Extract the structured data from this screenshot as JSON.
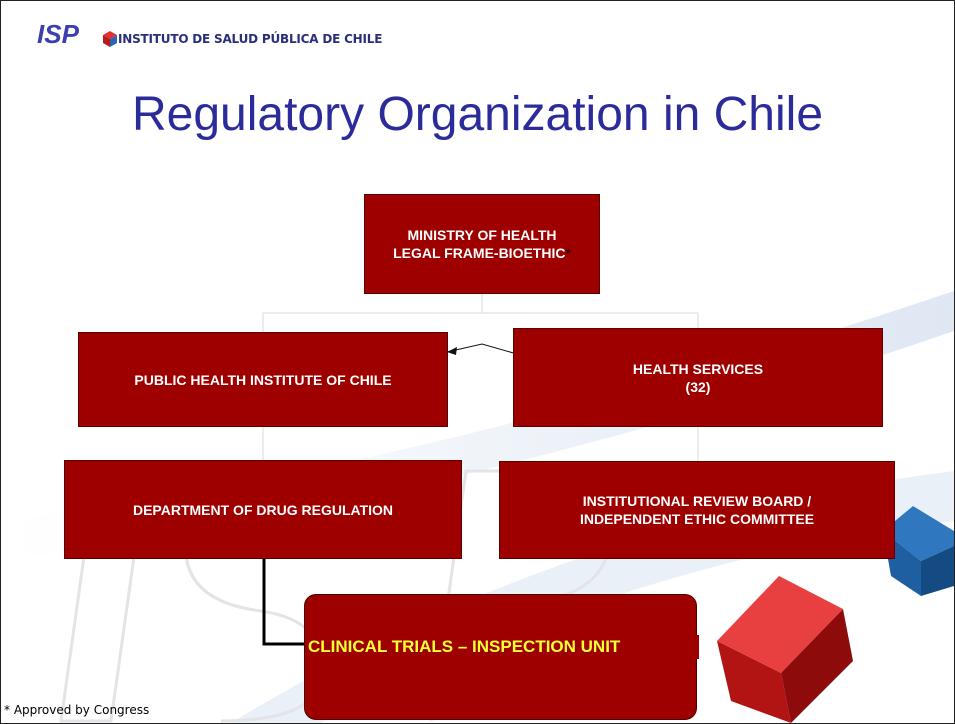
{
  "header": {
    "logo_text": "ISP",
    "institution": "INSTITUTO DE SALUD PÚBLICA DE CHILE"
  },
  "title": "Regulatory Organization in Chile",
  "org_chart": {
    "ministry": {
      "line1": "MINISTRY OF HEALTH",
      "line2": "LEGAL FRAME-BIOETHIC",
      "marker": "*"
    },
    "public_health_institute": {
      "label": "PUBLIC HEALTH INSTITUTE OF CHILE"
    },
    "health_services": {
      "line1": "HEALTH SERVICES",
      "line2": "(32)"
    },
    "drug_regulation": {
      "label": "DEPARTMENT OF DRUG REGULATION"
    },
    "review_board": {
      "line1": "INSTITUTIONAL REVIEW BOARD /",
      "line2": "INDEPENDENT ETHIC COMMITTEE"
    },
    "clinical_trials": {
      "label": "CLINICAL TRIALS – INSPECTION UNIT"
    }
  },
  "footnote": "* Approved by Congress",
  "colors": {
    "box_fill": "#9e0000",
    "title": "#2b2b9a",
    "highlight_text": "#ffff33",
    "logo_blue": "#3b3fb0",
    "cube_red": "#d42020",
    "cube_blue": "#1d5fa0"
  }
}
